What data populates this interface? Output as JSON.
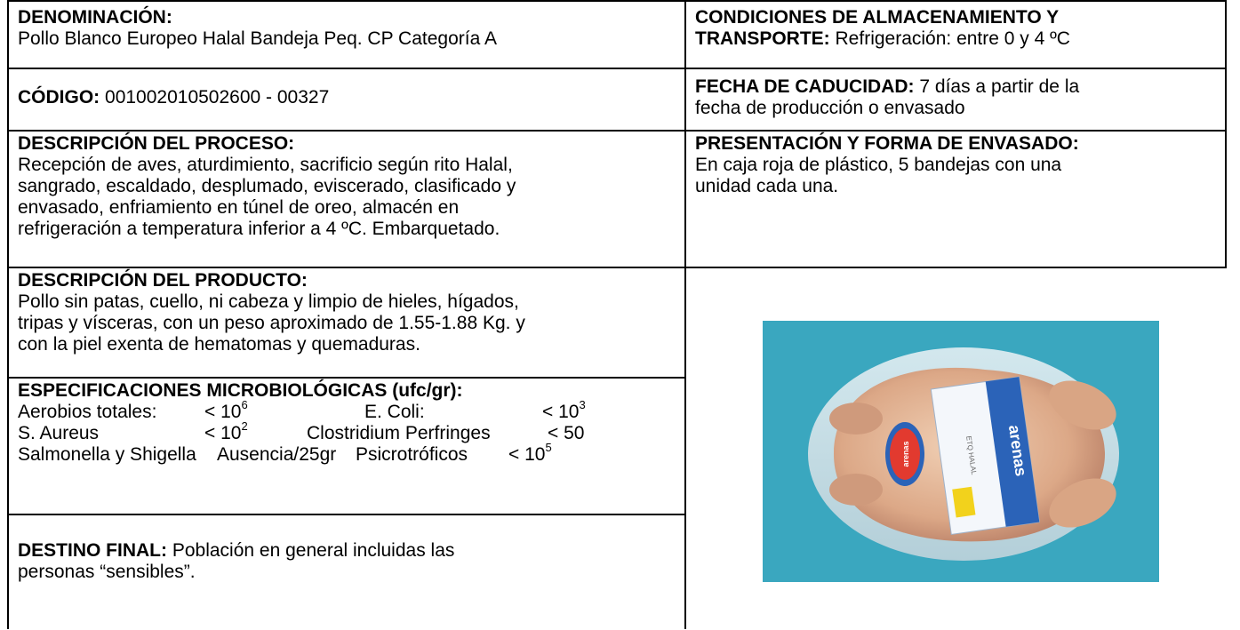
{
  "denominacion": {
    "label": "DENOMINACIÓN:",
    "value": "Pollo Blanco Europeo Halal Bandeja Peq. CP Categoría A"
  },
  "condiciones": {
    "label_line1": "CONDICIONES DE ALMACENAMIENTO Y",
    "label_line2": "TRANSPORTE:",
    "value": "Refrigeración: entre 0 y 4 ºC"
  },
  "codigo": {
    "label": "CÓDIGO:",
    "value": "001002010502600 - 00327"
  },
  "caducidad": {
    "label": "FECHA DE CADUCIDAD:",
    "value_line1": "7 días a partir de la",
    "value_line2": "fecha de producción o envasado"
  },
  "proceso": {
    "label": "DESCRIPCIÓN DEL PROCESO:",
    "lines": [
      "Recepción de aves, aturdimiento, sacrificio según rito Halal,",
      "sangrado, escaldado, desplumado, eviscerado, clasificado y",
      "envasado, enfriamiento en túnel de oreo, almacén en",
      "refrigeración a temperatura inferior a 4 ºC. Embarquetado."
    ]
  },
  "presentacion": {
    "label": "PRESENTACIÓN  Y FORMA DE ENVASADO:",
    "lines": [
      "En caja roja de plástico, 5 bandejas con una",
      "unidad cada una."
    ]
  },
  "producto": {
    "label": "DESCRIPCIÓN DEL PRODUCTO:",
    "lines": [
      "Pollo sin patas, cuello, ni cabeza y limpio de hieles, hígados,",
      "tripas y vísceras, con un peso aproximado de 1.55-1.88 Kg. y",
      "con la piel exenta de hematomas y quemaduras."
    ]
  },
  "micro": {
    "label": "ESPECIFICACIONES MICROBIOLÓGICAS (ufc/gr):",
    "r1": {
      "a": "Aerobios totales:",
      "a_val": "< 10",
      "a_exp": "6",
      "b": "E. Coli:",
      "b_val": "< 10",
      "b_exp": "3"
    },
    "r2": {
      "a": "S. Aureus",
      "a_val": "< 10",
      "a_exp": "2",
      "b": "Clostridium Perfringes",
      "b_val": "< 50"
    },
    "r3": {
      "a": "Salmonella y Shigella",
      "a_val": "Ausencia/25gr",
      "b": "Psicrotróficos",
      "b_val": "< 10",
      "b_exp": "5"
    }
  },
  "destino": {
    "label": "DESTINO FINAL:",
    "value_line1": "Población en general incluidas las",
    "value_line2": "personas “sensibles”."
  },
  "photo": {
    "label_brand": "arenas",
    "label_code": "ETQ HALAL"
  },
  "colors": {
    "photo_background": "#3aa7bf",
    "chicken_skin": "#e9c0a0",
    "label_blue": "#2b63b8"
  }
}
